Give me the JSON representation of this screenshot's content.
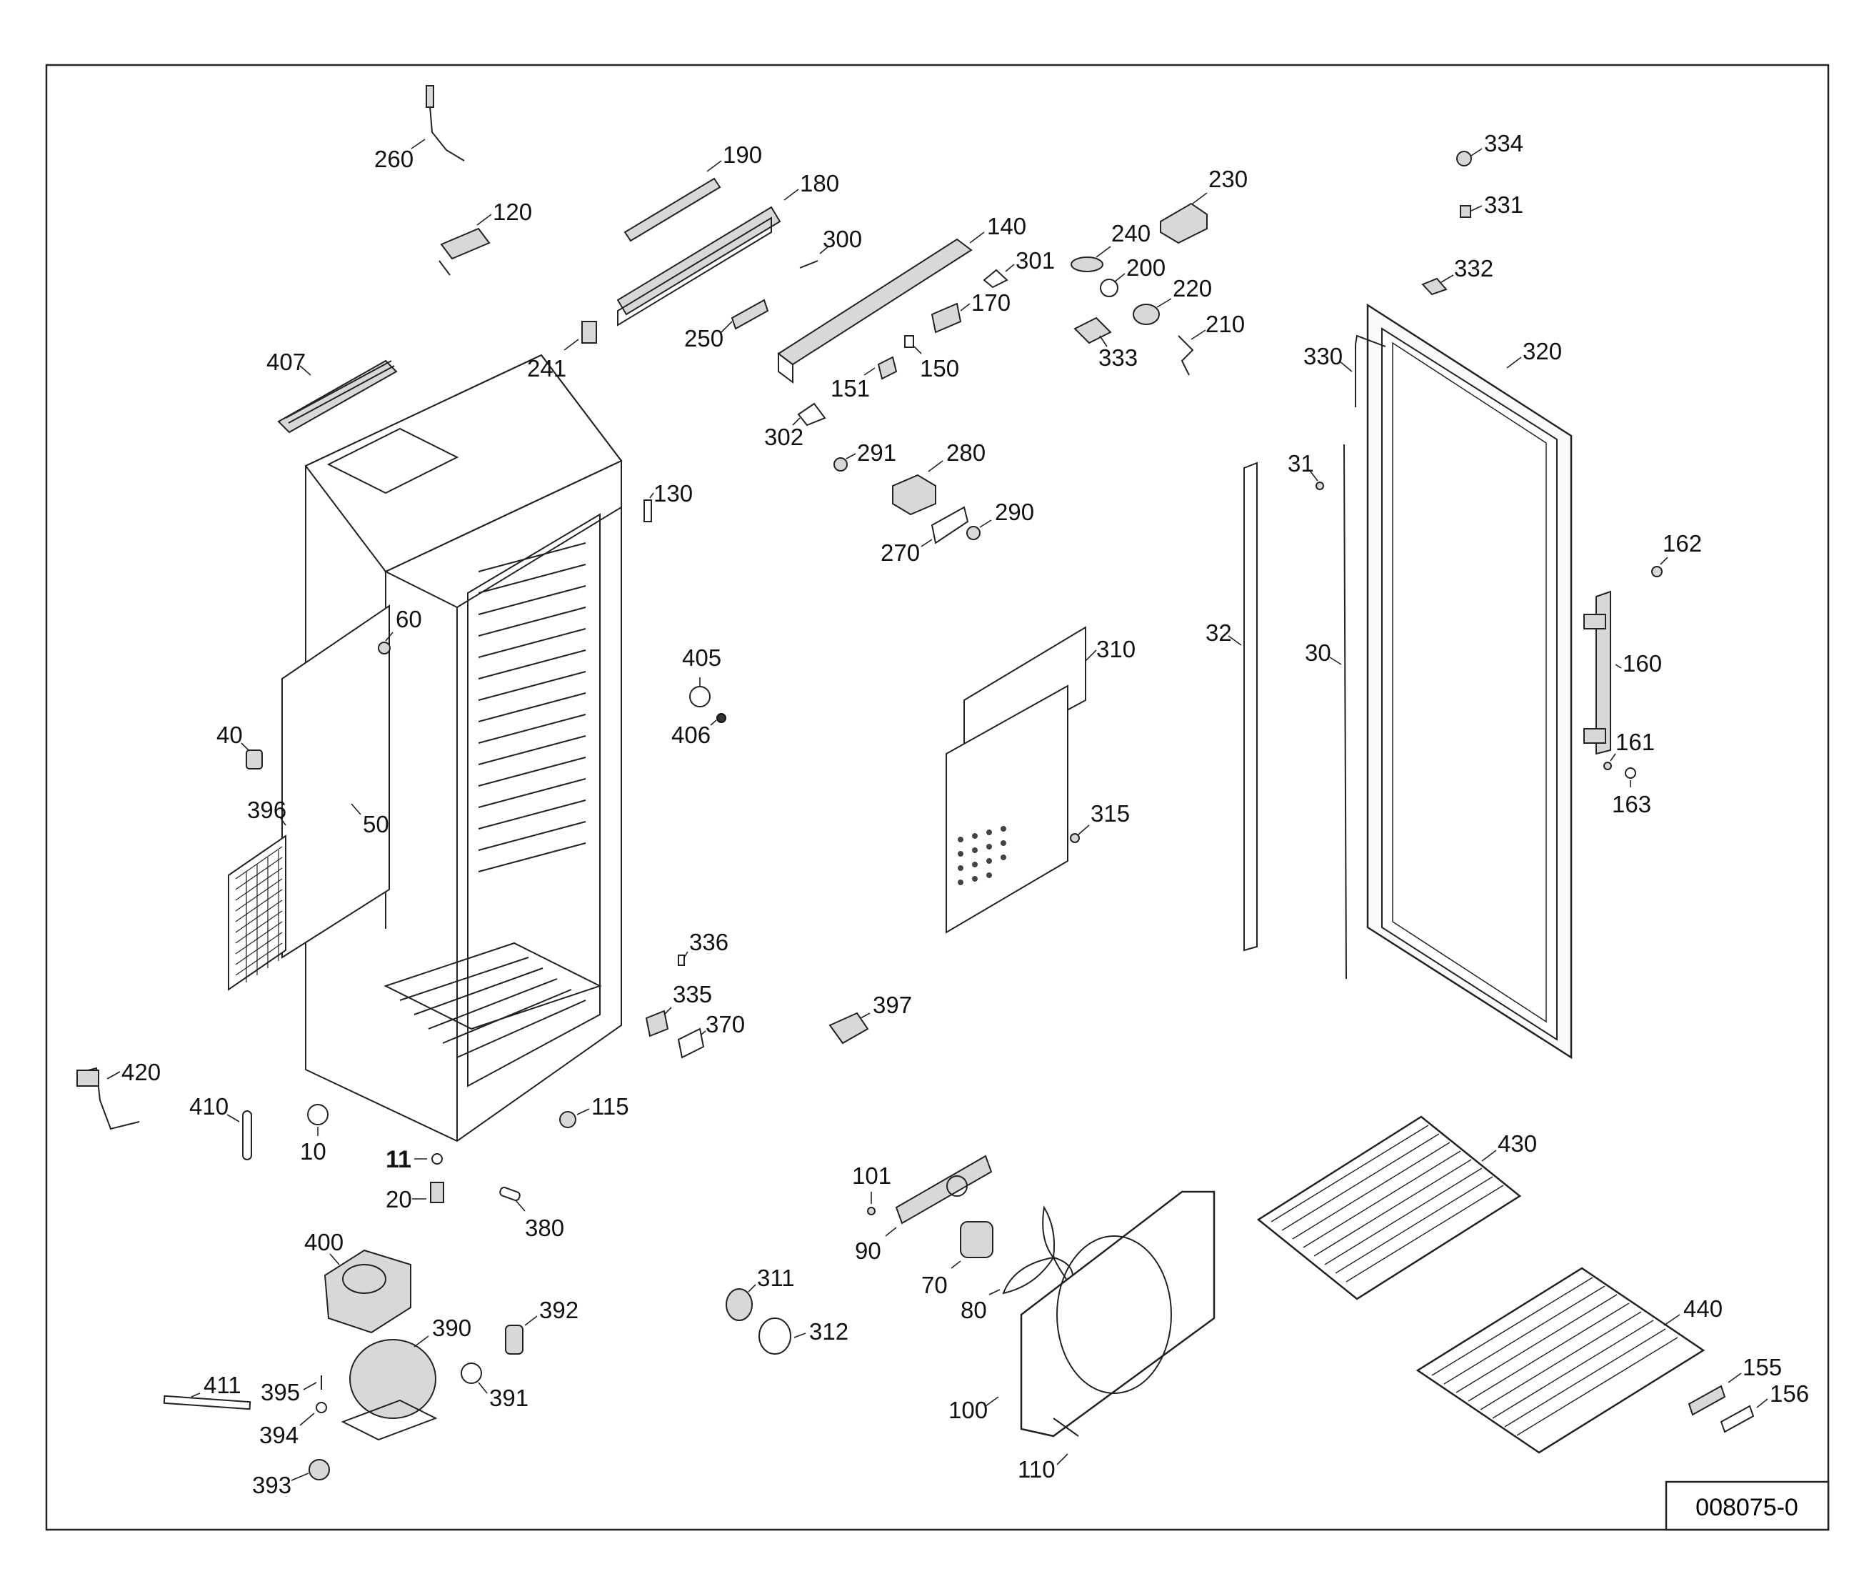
{
  "drawing_number": "008075-0",
  "part_labels": [
    {
      "id": "260",
      "text": "260"
    },
    {
      "id": "120",
      "text": "120"
    },
    {
      "id": "190",
      "text": "190"
    },
    {
      "id": "180",
      "text": "180"
    },
    {
      "id": "300",
      "text": "300"
    },
    {
      "id": "140",
      "text": "140"
    },
    {
      "id": "301",
      "text": "301"
    },
    {
      "id": "230",
      "text": "230"
    },
    {
      "id": "240",
      "text": "240"
    },
    {
      "id": "200",
      "text": "200"
    },
    {
      "id": "220",
      "text": "220"
    },
    {
      "id": "210",
      "text": "210"
    },
    {
      "id": "333",
      "text": "333"
    },
    {
      "id": "334",
      "text": "334"
    },
    {
      "id": "331",
      "text": "331"
    },
    {
      "id": "332",
      "text": "332"
    },
    {
      "id": "330",
      "text": "330"
    },
    {
      "id": "320",
      "text": "320"
    },
    {
      "id": "241",
      "text": "241"
    },
    {
      "id": "250",
      "text": "250"
    },
    {
      "id": "170",
      "text": "170"
    },
    {
      "id": "150",
      "text": "150"
    },
    {
      "id": "151",
      "text": "151"
    },
    {
      "id": "302",
      "text": "302"
    },
    {
      "id": "407",
      "text": "407"
    },
    {
      "id": "291",
      "text": "291"
    },
    {
      "id": "280",
      "text": "280"
    },
    {
      "id": "290",
      "text": "290"
    },
    {
      "id": "270",
      "text": "270"
    },
    {
      "id": "130",
      "text": "130"
    },
    {
      "id": "31",
      "text": "31"
    },
    {
      "id": "162",
      "text": "162"
    },
    {
      "id": "60",
      "text": "60"
    },
    {
      "id": "405",
      "text": "405"
    },
    {
      "id": "406",
      "text": "406"
    },
    {
      "id": "310",
      "text": "310"
    },
    {
      "id": "32",
      "text": "32"
    },
    {
      "id": "30",
      "text": "30"
    },
    {
      "id": "160",
      "text": "160"
    },
    {
      "id": "161",
      "text": "161"
    },
    {
      "id": "163",
      "text": "163"
    },
    {
      "id": "40",
      "text": "40"
    },
    {
      "id": "396",
      "text": "396"
    },
    {
      "id": "50",
      "text": "50"
    },
    {
      "id": "315",
      "text": "315"
    },
    {
      "id": "336",
      "text": "336"
    },
    {
      "id": "335",
      "text": "335"
    },
    {
      "id": "370",
      "text": "370"
    },
    {
      "id": "397",
      "text": "397"
    },
    {
      "id": "420",
      "text": "420"
    },
    {
      "id": "410",
      "text": "410"
    },
    {
      "id": "10",
      "text": "10"
    },
    {
      "id": "115",
      "text": "115"
    },
    {
      "id": "11",
      "text": "11"
    },
    {
      "id": "20",
      "text": "20"
    },
    {
      "id": "380",
      "text": "380"
    },
    {
      "id": "430",
      "text": "430"
    },
    {
      "id": "101",
      "text": "101"
    },
    {
      "id": "90",
      "text": "90"
    },
    {
      "id": "70",
      "text": "70"
    },
    {
      "id": "80",
      "text": "80"
    },
    {
      "id": "400",
      "text": "400"
    },
    {
      "id": "311",
      "text": "311"
    },
    {
      "id": "312",
      "text": "312"
    },
    {
      "id": "392",
      "text": "392"
    },
    {
      "id": "390",
      "text": "390"
    },
    {
      "id": "440",
      "text": "440"
    },
    {
      "id": "411",
      "text": "411"
    },
    {
      "id": "395",
      "text": "395"
    },
    {
      "id": "391",
      "text": "391"
    },
    {
      "id": "394",
      "text": "394"
    },
    {
      "id": "100",
      "text": "100"
    },
    {
      "id": "155",
      "text": "155"
    },
    {
      "id": "156",
      "text": "156"
    },
    {
      "id": "110",
      "text": "110"
    },
    {
      "id": "393",
      "text": "393"
    }
  ]
}
